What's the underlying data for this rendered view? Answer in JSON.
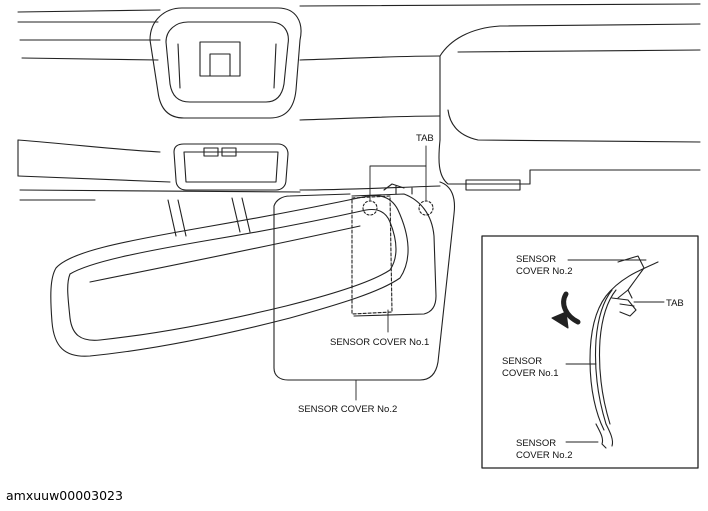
{
  "labels": {
    "tab_main": "TAB",
    "sensor_cover_1_main": "SENSOR COVER No.1",
    "sensor_cover_2_main": "SENSOR COVER No.2",
    "inset": {
      "cover2_top_line1": "SENSOR",
      "cover2_top_line2": "COVER No.2",
      "tab": "TAB",
      "cover1_line1": "SENSOR",
      "cover1_line2": "COVER No.1",
      "cover2_bottom_line1": "SENSOR",
      "cover2_bottom_line2": "COVER No.2"
    }
  },
  "figure_id": "amxuuw00003023"
}
